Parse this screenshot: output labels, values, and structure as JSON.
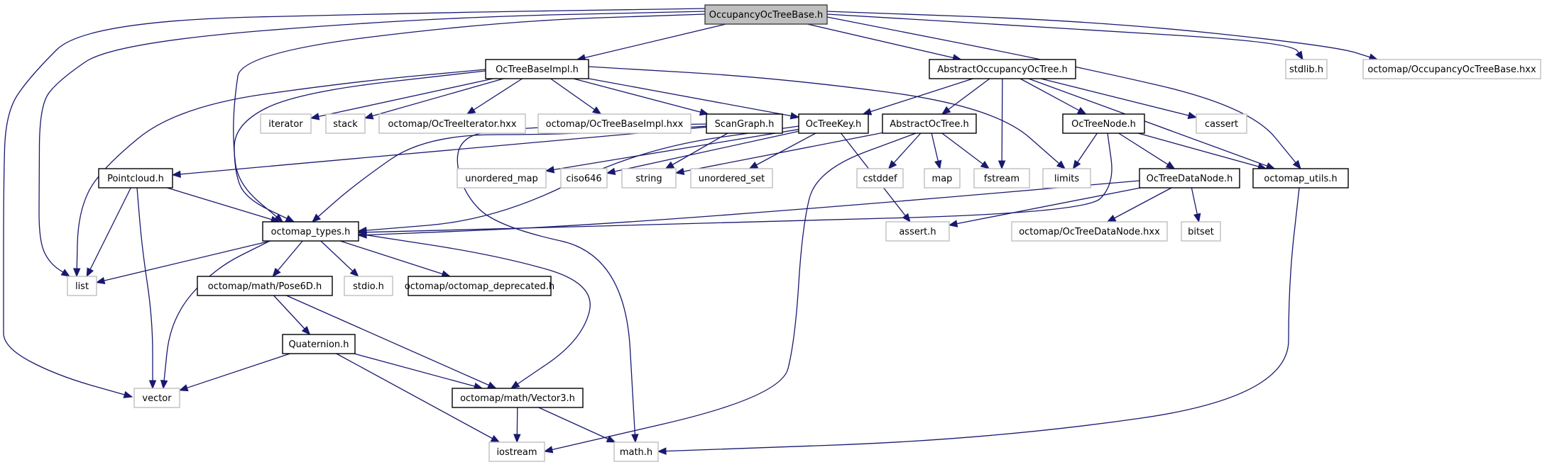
{
  "title": "OccupancyOcTreeBase.h include dependency graph",
  "colors": {
    "edge": "#191970",
    "root_fill": "#bfbfbf",
    "internal_border": "#000000",
    "external_border": "#bfbfbf"
  },
  "nodes": [
    {
      "id": "OccupancyOcTreeBase.h",
      "label": "OccupancyOcTreeBase.h",
      "kind": "root"
    },
    {
      "id": "OcTreeBaseImpl.h",
      "label": "OcTreeBaseImpl.h",
      "kind": "internal"
    },
    {
      "id": "AbstractOccupancyOcTree.h",
      "label": "AbstractOccupancyOcTree.h",
      "kind": "internal"
    },
    {
      "id": "stdlib.h",
      "label": "stdlib.h",
      "kind": "external"
    },
    {
      "id": "octomap/OccupancyOcTreeBase.hxx",
      "label": "octomap/OccupancyOcTreeBase.hxx",
      "kind": "external"
    },
    {
      "id": "iterator",
      "label": "iterator",
      "kind": "external"
    },
    {
      "id": "stack",
      "label": "stack",
      "kind": "external"
    },
    {
      "id": "octomap/OcTreeIterator.hxx",
      "label": "octomap/OcTreeIterator.hxx",
      "kind": "external"
    },
    {
      "id": "octomap/OcTreeBaseImpl.hxx",
      "label": "octomap/OcTreeBaseImpl.hxx",
      "kind": "external"
    },
    {
      "id": "ScanGraph.h",
      "label": "ScanGraph.h",
      "kind": "internal"
    },
    {
      "id": "OcTreeKey.h",
      "label": "OcTreeKey.h",
      "kind": "internal"
    },
    {
      "id": "AbstractOcTree.h",
      "label": "AbstractOcTree.h",
      "kind": "internal"
    },
    {
      "id": "OcTreeNode.h",
      "label": "OcTreeNode.h",
      "kind": "internal"
    },
    {
      "id": "cassert",
      "label": "cassert",
      "kind": "external"
    },
    {
      "id": "Pointcloud.h",
      "label": "Pointcloud.h",
      "kind": "internal"
    },
    {
      "id": "unordered_map",
      "label": "unordered_map",
      "kind": "external"
    },
    {
      "id": "ciso646",
      "label": "ciso646",
      "kind": "external"
    },
    {
      "id": "string",
      "label": "string",
      "kind": "external"
    },
    {
      "id": "unordered_set",
      "label": "unordered_set",
      "kind": "external"
    },
    {
      "id": "cstddef",
      "label": "cstddef",
      "kind": "external"
    },
    {
      "id": "map",
      "label": "map",
      "kind": "external"
    },
    {
      "id": "fstream",
      "label": "fstream",
      "kind": "external"
    },
    {
      "id": "limits",
      "label": "limits",
      "kind": "external"
    },
    {
      "id": "OcTreeDataNode.h",
      "label": "OcTreeDataNode.h",
      "kind": "internal"
    },
    {
      "id": "octomap_utils.h",
      "label": "octomap_utils.h",
      "kind": "internal"
    },
    {
      "id": "octomap_types.h",
      "label": "octomap_types.h",
      "kind": "internal"
    },
    {
      "id": "assert.h",
      "label": "assert.h",
      "kind": "external"
    },
    {
      "id": "octomap/OcTreeDataNode.hxx",
      "label": "octomap/OcTreeDataNode.hxx",
      "kind": "external"
    },
    {
      "id": "bitset",
      "label": "bitset",
      "kind": "external"
    },
    {
      "id": "list",
      "label": "list",
      "kind": "external"
    },
    {
      "id": "octomap/math/Pose6D.h",
      "label": "octomap/math/Pose6D.h",
      "kind": "internal"
    },
    {
      "id": "stdio.h",
      "label": "stdio.h",
      "kind": "external"
    },
    {
      "id": "octomap/octomap_deprecated.h",
      "label": "octomap/octomap_deprecated.h",
      "kind": "internal"
    },
    {
      "id": "Quaternion.h",
      "label": "Quaternion.h",
      "kind": "internal"
    },
    {
      "id": "vector",
      "label": "vector",
      "kind": "external"
    },
    {
      "id": "octomap/math/Vector3.h",
      "label": "octomap/math/Vector3.h",
      "kind": "internal"
    },
    {
      "id": "iostream",
      "label": "iostream",
      "kind": "external"
    },
    {
      "id": "math.h",
      "label": "math.h",
      "kind": "external"
    }
  ],
  "edges": [
    [
      "OccupancyOcTreeBase.h",
      "OcTreeBaseImpl.h"
    ],
    [
      "OccupancyOcTreeBase.h",
      "AbstractOccupancyOcTree.h"
    ],
    [
      "OccupancyOcTreeBase.h",
      "stdlib.h"
    ],
    [
      "OccupancyOcTreeBase.h",
      "octomap/OccupancyOcTreeBase.hxx"
    ],
    [
      "OccupancyOcTreeBase.h",
      "list"
    ],
    [
      "OccupancyOcTreeBase.h",
      "vector"
    ],
    [
      "OccupancyOcTreeBase.h",
      "octomap_types.h"
    ],
    [
      "OccupancyOcTreeBase.h",
      "octomap_utils.h"
    ],
    [
      "OcTreeBaseImpl.h",
      "iterator"
    ],
    [
      "OcTreeBaseImpl.h",
      "stack"
    ],
    [
      "OcTreeBaseImpl.h",
      "octomap/OcTreeIterator.hxx"
    ],
    [
      "OcTreeBaseImpl.h",
      "octomap/OcTreeBaseImpl.hxx"
    ],
    [
      "OcTreeBaseImpl.h",
      "ScanGraph.h"
    ],
    [
      "OcTreeBaseImpl.h",
      "OcTreeKey.h"
    ],
    [
      "OcTreeBaseImpl.h",
      "limits"
    ],
    [
      "OcTreeBaseImpl.h",
      "list"
    ],
    [
      "OcTreeBaseImpl.h",
      "octomap_types.h"
    ],
    [
      "AbstractOccupancyOcTree.h",
      "OcTreeKey.h"
    ],
    [
      "AbstractOccupancyOcTree.h",
      "AbstractOcTree.h"
    ],
    [
      "AbstractOccupancyOcTree.h",
      "fstream"
    ],
    [
      "AbstractOccupancyOcTree.h",
      "OcTreeNode.h"
    ],
    [
      "AbstractOccupancyOcTree.h",
      "cassert"
    ],
    [
      "AbstractOccupancyOcTree.h",
      "octomap_utils.h"
    ],
    [
      "ScanGraph.h",
      "Pointcloud.h"
    ],
    [
      "ScanGraph.h",
      "octomap_types.h"
    ],
    [
      "ScanGraph.h",
      "string"
    ],
    [
      "ScanGraph.h",
      "math.h"
    ],
    [
      "OcTreeKey.h",
      "unordered_map"
    ],
    [
      "OcTreeKey.h",
      "ciso646"
    ],
    [
      "OcTreeKey.h",
      "unordered_set"
    ],
    [
      "OcTreeKey.h",
      "assert.h"
    ],
    [
      "OcTreeKey.h",
      "octomap_types.h"
    ],
    [
      "AbstractOcTree.h",
      "string"
    ],
    [
      "AbstractOcTree.h",
      "cstddef"
    ],
    [
      "AbstractOcTree.h",
      "map"
    ],
    [
      "AbstractOcTree.h",
      "fstream"
    ],
    [
      "AbstractOcTree.h",
      "iostream"
    ],
    [
      "OcTreeNode.h",
      "limits"
    ],
    [
      "OcTreeNode.h",
      "OcTreeDataNode.h"
    ],
    [
      "OcTreeNode.h",
      "octomap_utils.h"
    ],
    [
      "OcTreeNode.h",
      "octomap_types.h"
    ],
    [
      "OcTreeDataNode.h",
      "octomap_types.h"
    ],
    [
      "OcTreeDataNode.h",
      "assert.h"
    ],
    [
      "OcTreeDataNode.h",
      "octomap/OcTreeDataNode.hxx"
    ],
    [
      "OcTreeDataNode.h",
      "bitset"
    ],
    [
      "octomap_utils.h",
      "math.h"
    ],
    [
      "Pointcloud.h",
      "octomap_types.h"
    ],
    [
      "Pointcloud.h",
      "list"
    ],
    [
      "Pointcloud.h",
      "vector"
    ],
    [
      "octomap_types.h",
      "list"
    ],
    [
      "octomap_types.h",
      "vector"
    ],
    [
      "octomap_types.h",
      "octomap/math/Pose6D.h"
    ],
    [
      "octomap_types.h",
      "stdio.h"
    ],
    [
      "octomap_types.h",
      "octomap/octomap_deprecated.h"
    ],
    [
      "octomap_types.h",
      "octomap/math/Vector3.h"
    ],
    [
      "octomap/math/Pose6D.h",
      "Quaternion.h"
    ],
    [
      "octomap/math/Pose6D.h",
      "octomap/math/Vector3.h"
    ],
    [
      "Quaternion.h",
      "vector"
    ],
    [
      "Quaternion.h",
      "octomap/math/Vector3.h"
    ],
    [
      "Quaternion.h",
      "iostream"
    ],
    [
      "octomap/math/Vector3.h",
      "iostream"
    ],
    [
      "octomap/math/Vector3.h",
      "math.h"
    ]
  ]
}
